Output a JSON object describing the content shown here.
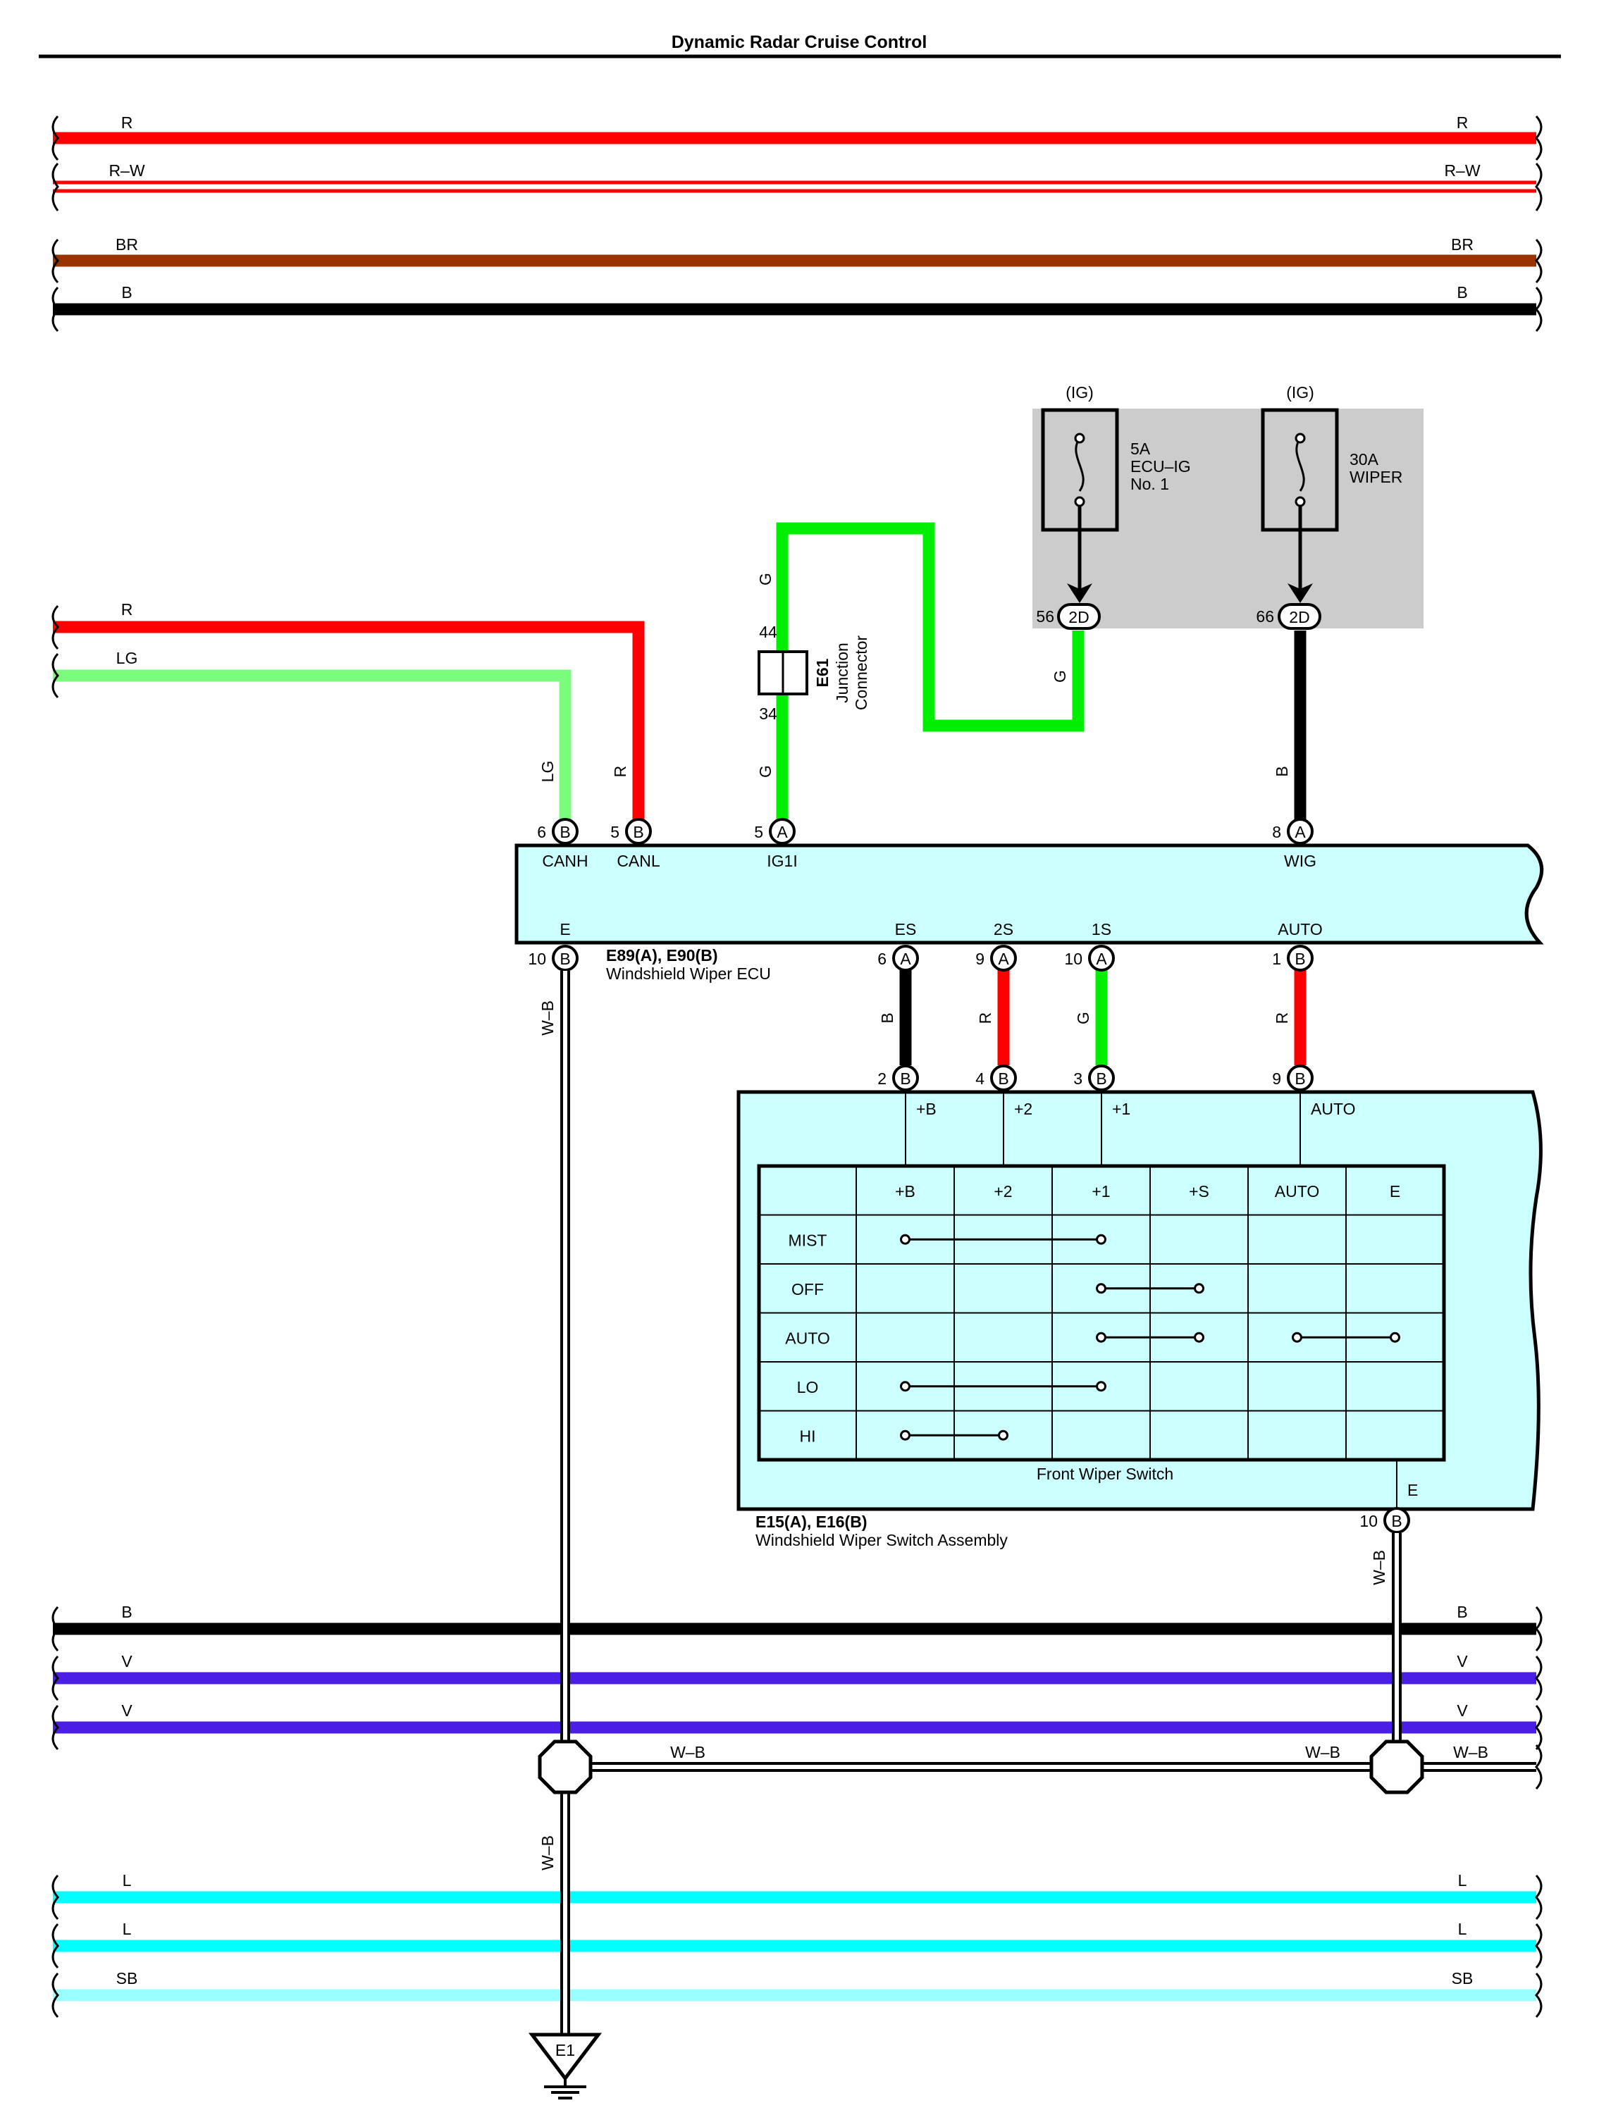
{
  "title": "Dynamic Radar Cruise Control",
  "colors": {
    "R": "#ff0000",
    "LG": "#7cfc7c",
    "G": "#00ee00",
    "BR": "#993300",
    "B": "#000000",
    "V": "#4b1ee6",
    "L": "#00ffff",
    "SB": "#99ffff",
    "ecu_fill": "#ccffff",
    "fuse_box": "#cccccc"
  },
  "top_buses": [
    "R",
    "R–W",
    "BR",
    "B"
  ],
  "bottom_buses_1": [
    "B",
    "V",
    "V"
  ],
  "bottom_buses_2": [
    "L",
    "L",
    "SB"
  ],
  "left_wires": [
    "R",
    "LG"
  ],
  "fuses": [
    {
      "supply": "(IG)",
      "lines": [
        "5A",
        "ECU–IG",
        "No. 1"
      ],
      "pin": "56",
      "conn": "2D",
      "wire": "G"
    },
    {
      "supply": "(IG)",
      "lines": [
        "30A",
        "WIPER"
      ],
      "pin": "66",
      "conn": "2D",
      "wire": "B"
    }
  ],
  "junction": {
    "pin_top": "44",
    "pin_bottom": "34",
    "code": "E61",
    "name_lines": [
      "Junction",
      "Connector"
    ],
    "wire_top": "G",
    "wire_bottom": "G"
  },
  "ecu": {
    "code": "E89(A), E90(B)",
    "name": "Windshield Wiper ECU",
    "top_pins": [
      {
        "num": "6",
        "conn": "B",
        "label": "CANH",
        "wire": "LG"
      },
      {
        "num": "5",
        "conn": "B",
        "label": "CANL",
        "wire": "R"
      },
      {
        "num": "5",
        "conn": "A",
        "label": "IG1I",
        "wire": "G"
      },
      {
        "num": "8",
        "conn": "A",
        "label": "WIG",
        "wire": "B"
      }
    ],
    "bottom_pins": [
      {
        "num": "10",
        "conn": "B",
        "label": "E",
        "wire": "W–B"
      },
      {
        "num": "6",
        "conn": "A",
        "label": "ES",
        "wire": "B"
      },
      {
        "num": "9",
        "conn": "A",
        "label": "2S",
        "wire": "R"
      },
      {
        "num": "10",
        "conn": "A",
        "label": "1S",
        "wire": "G"
      },
      {
        "num": "1",
        "conn": "B",
        "label": "AUTO",
        "wire": "R"
      }
    ]
  },
  "switch": {
    "code": "E15(A), E16(B)",
    "name": "Windshield Wiper Switch Assembly",
    "inner_name": "Front Wiper Switch",
    "top_pins": [
      {
        "num": "2",
        "conn": "B",
        "label": "+B"
      },
      {
        "num": "4",
        "conn": "B",
        "label": "+2"
      },
      {
        "num": "3",
        "conn": "B",
        "label": "+1"
      },
      {
        "num": "9",
        "conn": "B",
        "label": "AUTO"
      }
    ],
    "bottom_pin": {
      "num": "10",
      "conn": "B",
      "label": "E",
      "wire": "W–B"
    },
    "table": {
      "columns": [
        "+B",
        "+2",
        "+1",
        "+S",
        "AUTO",
        "E"
      ],
      "rows": [
        "MIST",
        "OFF",
        "AUTO",
        "LO",
        "HI"
      ],
      "connections": [
        {
          "row": 0,
          "from": 0,
          "to": 2
        },
        {
          "row": 1,
          "from": 2,
          "to": 3
        },
        {
          "row": 2,
          "from": 2,
          "to": 3
        },
        {
          "row": 2,
          "from": 4,
          "to": 5
        },
        {
          "row": 3,
          "from": 0,
          "to": 2
        },
        {
          "row": 4,
          "from": 0,
          "to": 1
        }
      ]
    }
  },
  "ground": {
    "wire_labels": [
      "W–B",
      "W–B",
      "W–B",
      "W–B"
    ],
    "ground_code": "E1"
  }
}
